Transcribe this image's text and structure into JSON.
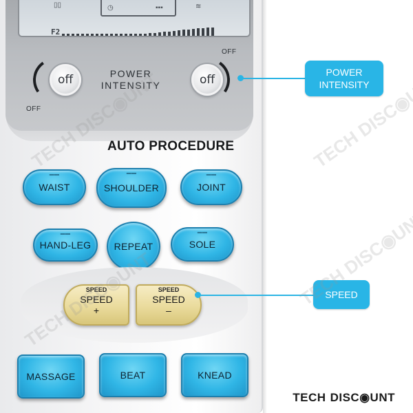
{
  "lcd": {
    "level_label": "F2"
  },
  "panel": {
    "label_line1": "POWER",
    "label_line2": "INTENSITY",
    "left_knob_text": "off",
    "right_knob_text": "off",
    "left_off_label": "OFF",
    "right_off_label": "OFF"
  },
  "auto_procedure": {
    "title": "AUTO PROCEDURE",
    "buttons": [
      {
        "label": "WAIST"
      },
      {
        "label": "SHOULDER"
      },
      {
        "label": "JOINT"
      },
      {
        "label": "HAND-LEG"
      },
      {
        "label": "REPEAT"
      },
      {
        "label": "SOLE"
      }
    ]
  },
  "speed": {
    "plus": {
      "sub": "SPEED",
      "line1": "SPEED",
      "line2": "+"
    },
    "minus": {
      "sub": "SPEED",
      "line1": "SPEED",
      "line2": "–"
    }
  },
  "modes": [
    {
      "label": "MASSAGE"
    },
    {
      "label": "BEAT"
    },
    {
      "label": "KNEAD"
    }
  ],
  "callouts": {
    "power_line1": "POWER",
    "power_line2": "INTENSITY",
    "speed": "SPEED"
  },
  "brand": {
    "part1": "TECH",
    "part2": "DISC",
    "part3": "UNT"
  },
  "colors": {
    "button_blue": "#30b6e6",
    "callout_blue": "#29b5e6",
    "speed_gold": "#eadb9c",
    "panel_gray": "#b9bcc0"
  }
}
